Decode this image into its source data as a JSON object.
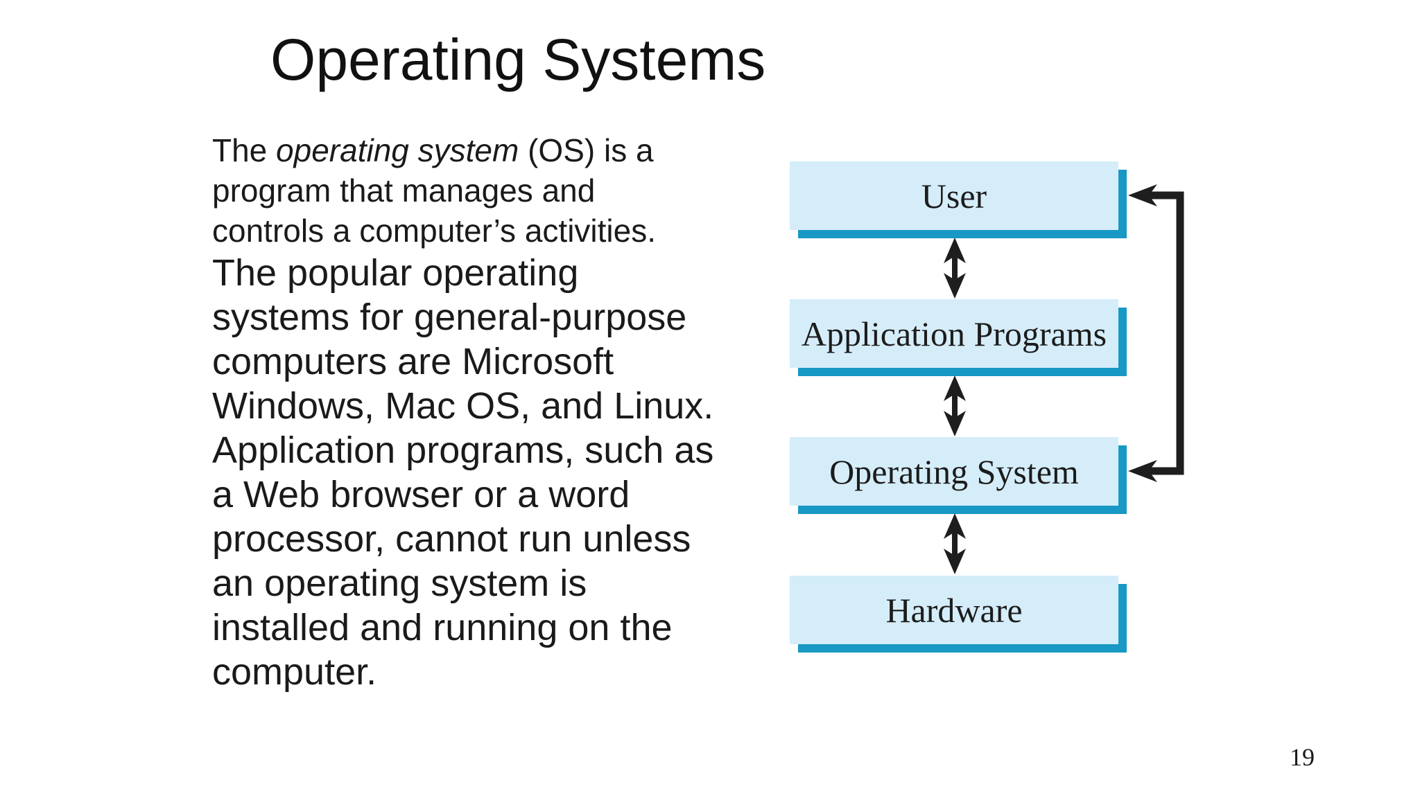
{
  "slide": {
    "title": "Operating Systems",
    "page_number": "19"
  },
  "paragraph1": {
    "line1_pre": "The ",
    "line1_italic": "operating system",
    "line1_post": " (OS) is a",
    "line2": "program that manages and",
    "line3": "controls a computer’s activities."
  },
  "paragraph2": {
    "lines": [
      "The popular operating",
      "systems for general-purpose",
      "computers are Microsoft",
      "Windows, Mac OS, and Linux.",
      "Application programs, such as",
      "a Web browser or a word",
      "processor, cannot run unless",
      "an operating system is",
      "installed and running on the",
      "computer."
    ]
  },
  "diagram": {
    "boxes": [
      {
        "label": "User"
      },
      {
        "label": "Application Programs"
      },
      {
        "label": "Operating System"
      },
      {
        "label": "Hardware"
      }
    ],
    "colors": {
      "box_fill": "#d5edf9",
      "box_shadow": "#1898c5",
      "arrow": "#1e1e1e"
    }
  }
}
